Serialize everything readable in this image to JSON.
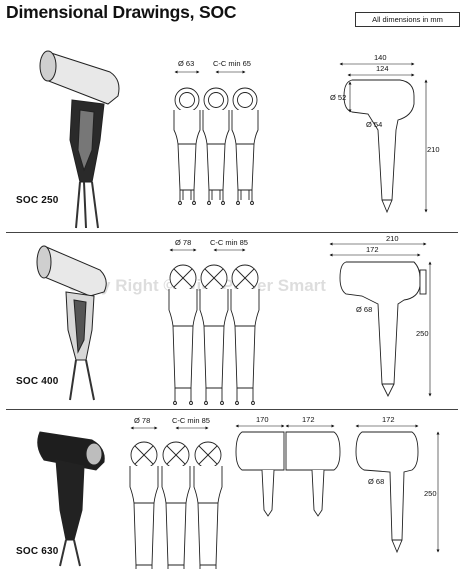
{
  "title": "Dimensional Drawings, SOC",
  "note": "All dimensions in mm",
  "watermark": "Copy Right © Wire Power Smart",
  "rows": [
    {
      "label": "SOC 250",
      "dims": {
        "dia": "Ø 63",
        "cc": "C-C min 65",
        "w_outer": "140",
        "w_inner": "124",
        "d1": "Ø 52",
        "d2": "Ø 54",
        "h": "210"
      }
    },
    {
      "label": "SOC 400",
      "dims": {
        "dia": "Ø 78",
        "cc": "C-C min 85",
        "w_outer": "210",
        "w_inner": "172",
        "d1": "Ø 68",
        "h": "250"
      }
    },
    {
      "label": "SOC 630",
      "dims": {
        "dia": "Ø 78",
        "cc": "C-C min 85",
        "w_a": "170",
        "w_b": "172",
        "w_c": "172",
        "d1": "Ø 68",
        "h": "250"
      }
    }
  ]
}
